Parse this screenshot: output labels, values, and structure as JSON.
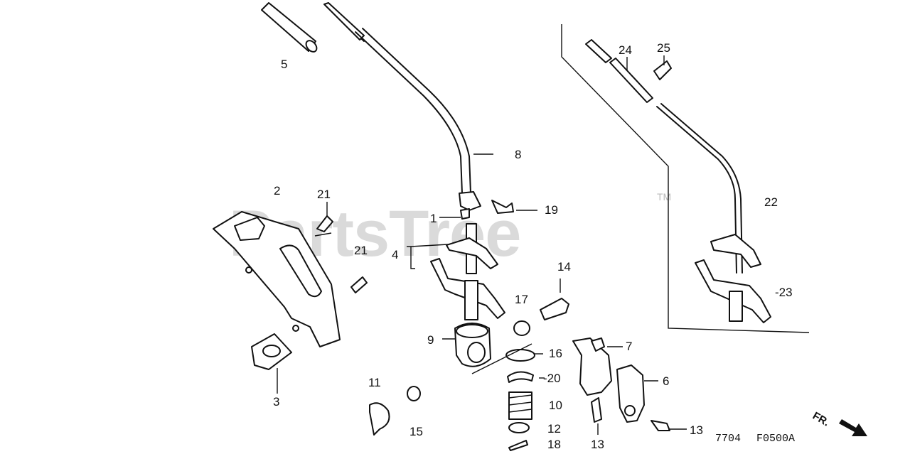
{
  "watermark": "PartsTree",
  "trademark": "TM",
  "labels": {
    "p1": "1",
    "p2": "2",
    "p3": "3",
    "p4": "4",
    "p5": "5",
    "p6": "6",
    "p7": "7",
    "p8": "8",
    "p9": "9",
    "p10": "10",
    "p11": "11",
    "p12": "12",
    "p13a": "13",
    "p13b": "13",
    "p14": "14",
    "p15": "15",
    "p16": "16",
    "p17": "17",
    "p18": "18",
    "p19": "19",
    "p20": "-20",
    "p21a": "21",
    "p21b": "21",
    "p22": "22",
    "p23": "-23",
    "p24": "24",
    "p25": "25"
  },
  "footer": {
    "code1": "7704",
    "code2": "F0500A"
  },
  "direction": "FR."
}
